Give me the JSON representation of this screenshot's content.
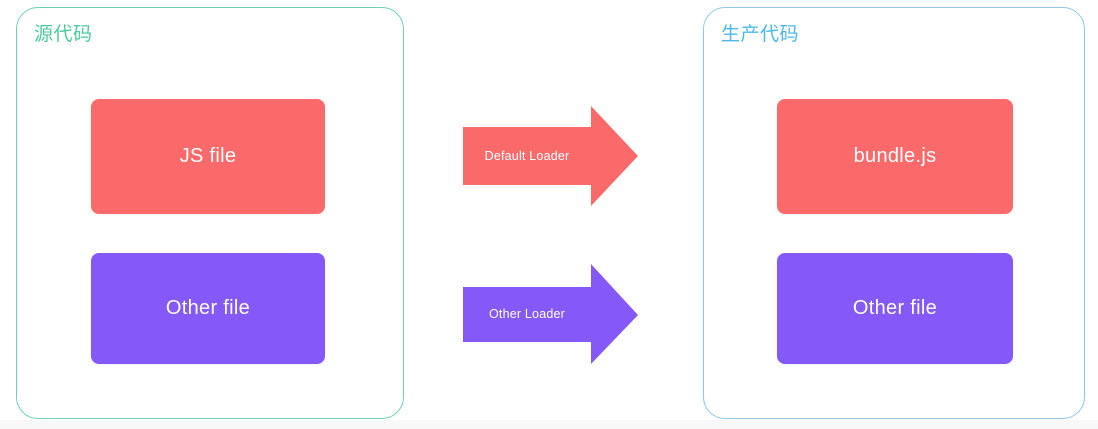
{
  "diagram": {
    "title_source": "源代码",
    "title_production": "生产代码",
    "panels": [
      {
        "id": "source",
        "label": "源代码",
        "border_color": "#6ecfb6",
        "label_color": "#4ecb9b",
        "boxes": [
          {
            "label": "JS file",
            "color": "#fa6a6a"
          },
          {
            "label": "Other file",
            "color": "#8459f7"
          }
        ]
      },
      {
        "id": "production",
        "label": "生产代码",
        "border_color": "#8ec9e8",
        "label_color": "#4db8e8",
        "boxes": [
          {
            "label": "bundle.js",
            "color": "#fa6a6a"
          },
          {
            "label": "Other file",
            "color": "#8459f7"
          }
        ]
      }
    ],
    "arrows": [
      {
        "label": "Default Loader",
        "color": "#fa6a6a",
        "direction": "right"
      },
      {
        "label": "Other Loader",
        "color": "#8459f7",
        "direction": "right"
      }
    ],
    "colors": {
      "red": "#fa6a6a",
      "purple": "#8459f7",
      "green_border": "#6ecfb6",
      "blue_border": "#8ec9e8",
      "background": "#ffffff",
      "bottom_strip": "#f8f8f9"
    }
  }
}
